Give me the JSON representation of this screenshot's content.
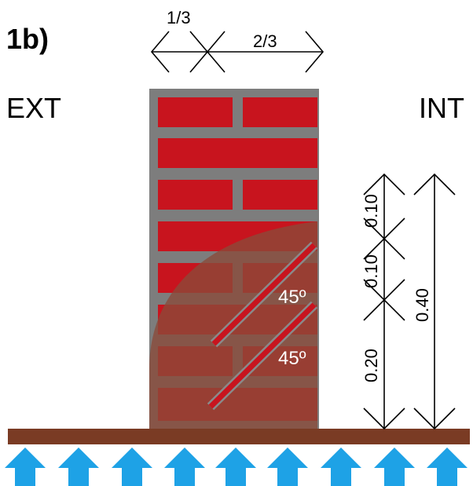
{
  "figure_label": "1b)",
  "exterior_label": "EXT",
  "interior_label": "INT",
  "wall_split": {
    "left_fraction": "1/3",
    "right_fraction": "2/3"
  },
  "angles": {
    "upper": "45º",
    "lower": "45º"
  },
  "dimensions": {
    "top_segment": "0.10",
    "middle_segment": "0.10",
    "bottom_segment": "0.20",
    "total_height": "0.40"
  },
  "colors": {
    "brick": "#c8141e",
    "mortar": "#7d7d7d",
    "affected_zone": "#8b4a3a",
    "floor": "#7a3b24",
    "arrows": "#1ea2e6"
  },
  "icons": {
    "rising_moisture": "arrow-up-icon",
    "dimension_tick": "chevron-icon"
  },
  "moisture_arrow_count": 9
}
